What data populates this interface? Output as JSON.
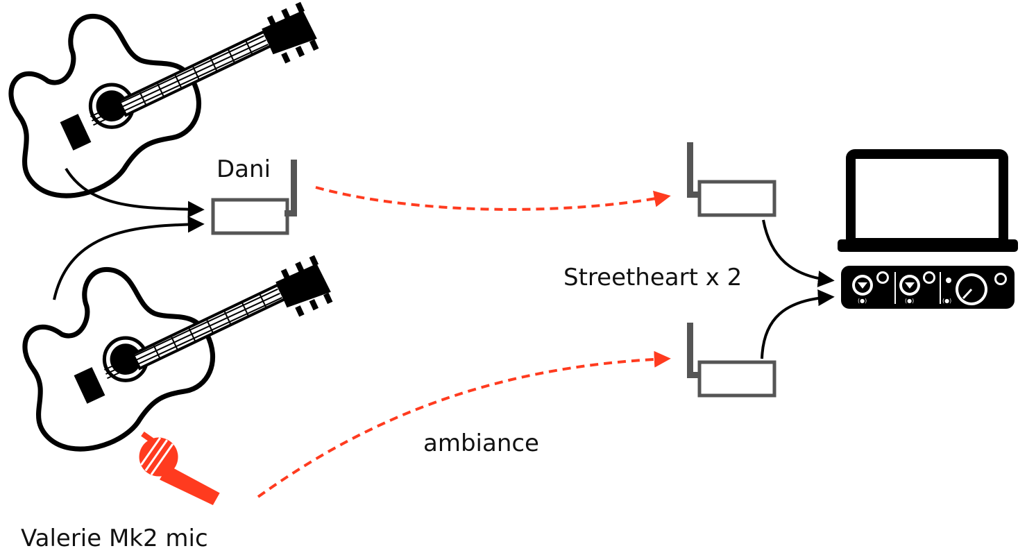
{
  "labels": {
    "transmitter": "Dani",
    "receivers": "Streetheart x 2",
    "ambiance": "ambiance",
    "microphone": "Valerie Mk2 mic"
  },
  "colors": {
    "wireless_link": "#ff3b1f",
    "cable": "#000000",
    "device_outline": "#555555",
    "mic": "#ff3b1f"
  },
  "icons": [
    "guitar-icon",
    "guitar-icon",
    "transmitter-icon",
    "receiver-icon",
    "receiver-icon",
    "laptop-icon",
    "audio-interface-icon",
    "microphone-icon"
  ]
}
